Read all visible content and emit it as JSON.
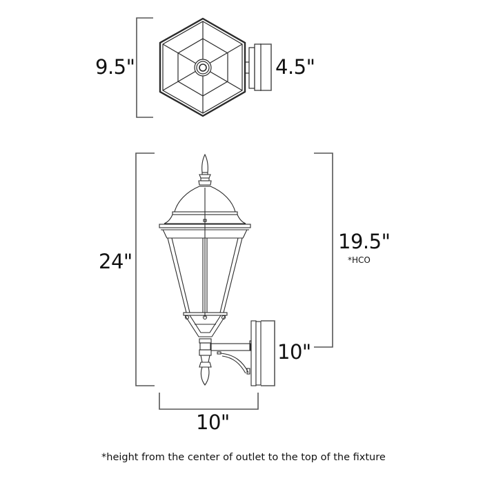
{
  "top_view": {
    "width_label": "9.5\"",
    "depth_label": "4.5\""
  },
  "front_view": {
    "overall_height_label": "24\"",
    "hco_label": "19.5\"",
    "hco_note": "*HCO",
    "backplate_height_label": "10\"",
    "width_label": "10\""
  },
  "footnote": "*height from the center of outlet to the top of the fixture",
  "colors": {
    "line": "#2a2a2a",
    "dimension_line": "#555555",
    "background": "#ffffff"
  }
}
